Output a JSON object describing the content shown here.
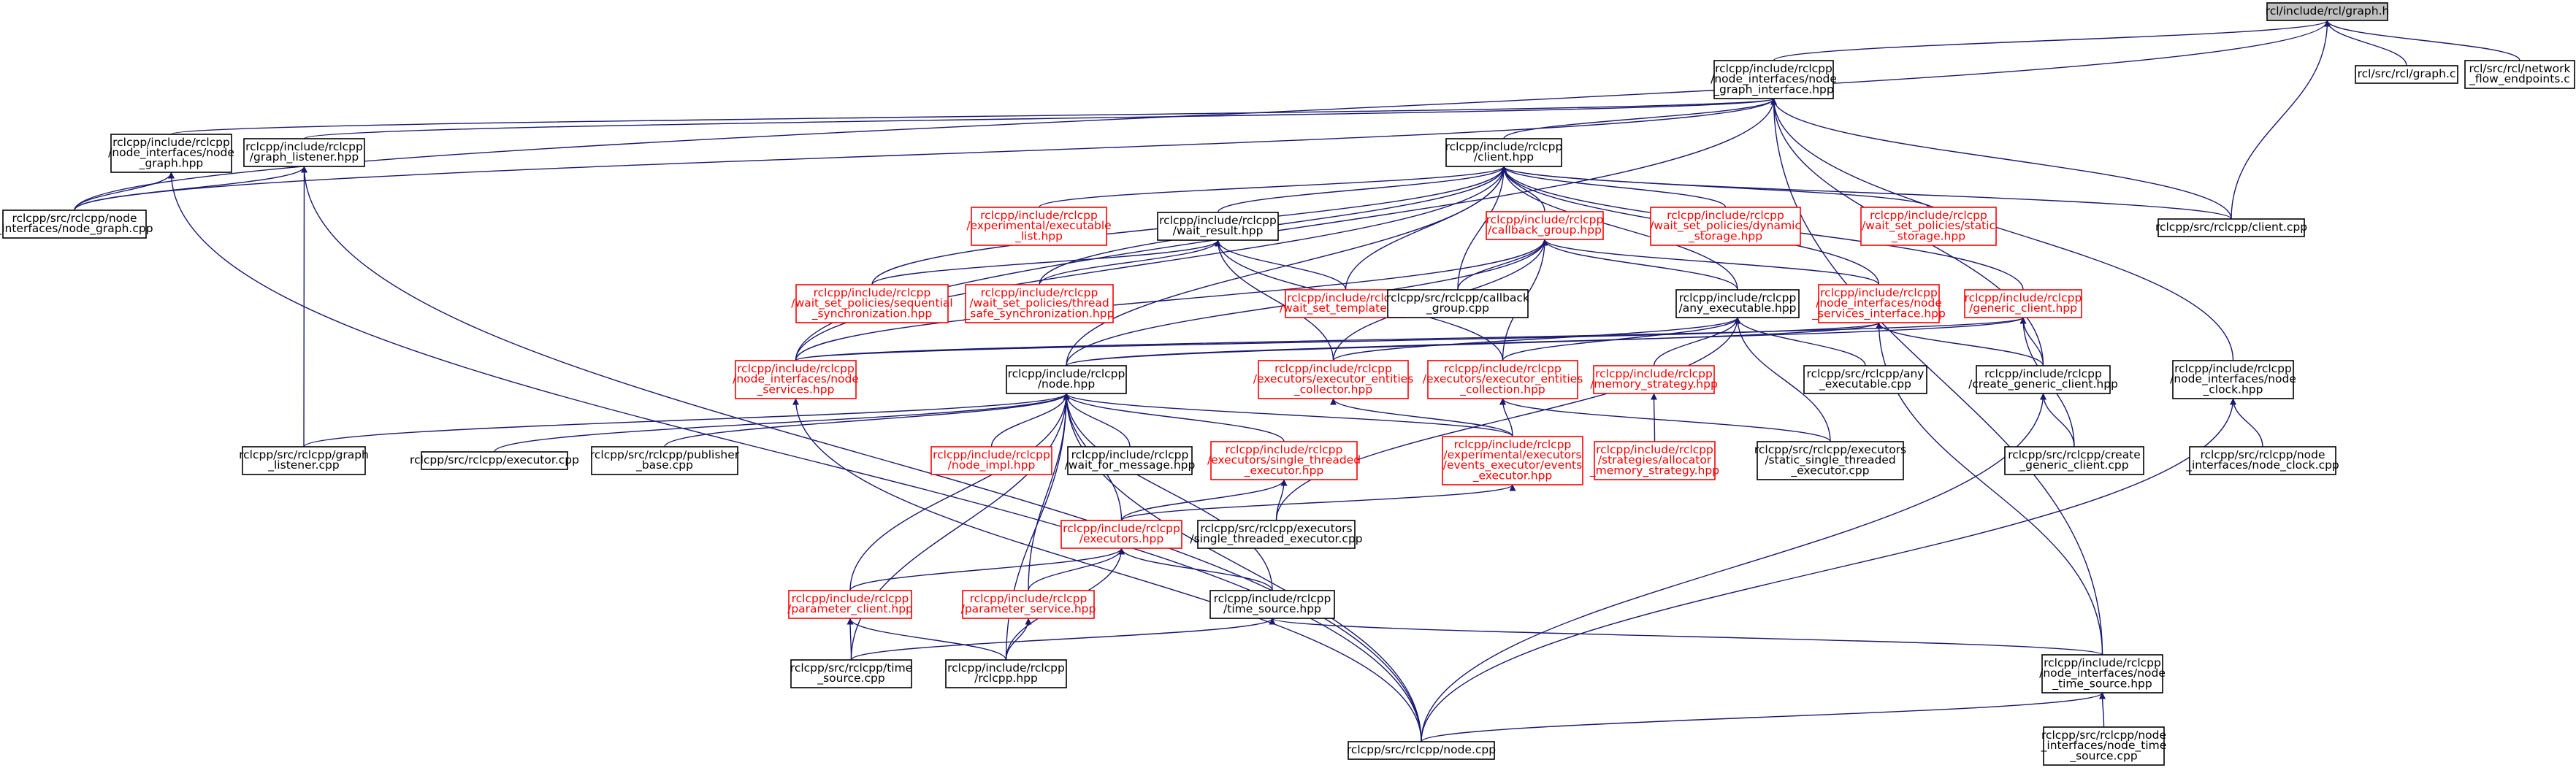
{
  "colors": {
    "edge": "#191970",
    "node_border": "#000000",
    "incomplete_node_border": "#ff0000",
    "root_fill": "#bfbfbf"
  },
  "nodes": [
    {
      "id": "graph_h",
      "lines": [
        "rcl/include/rcl/graph.h"
      ],
      "style": "root"
    },
    {
      "id": "rcl_graph_c",
      "lines": [
        "rcl/src/rcl/graph.c"
      ],
      "style": "black"
    },
    {
      "id": "rcl_network",
      "lines": [
        "rcl/src/rcl/network",
        "_flow_endpoints.c"
      ],
      "style": "black"
    },
    {
      "id": "ni_graph_interface",
      "lines": [
        "rclcpp/include/rclcpp",
        "/node_interfaces/node",
        "_graph_interface.hpp"
      ],
      "style": "black"
    },
    {
      "id": "ni_node_graph_hpp",
      "lines": [
        "rclcpp/include/rclcpp",
        "/node_interfaces/node",
        "_graph.hpp"
      ],
      "style": "black"
    },
    {
      "id": "graph_listener_hpp",
      "lines": [
        "rclcpp/include/rclcpp",
        "/graph_listener.hpp"
      ],
      "style": "black"
    },
    {
      "id": "node_graph_cpp",
      "lines": [
        "rclcpp/src/rclcpp/node",
        "_interfaces/node_graph.cpp"
      ],
      "style": "black"
    },
    {
      "id": "client_hpp",
      "lines": [
        "rclcpp/include/rclcpp",
        "/client.hpp"
      ],
      "style": "black"
    },
    {
      "id": "client_cpp",
      "lines": [
        "rclcpp/src/rclcpp/client.cpp"
      ],
      "style": "black"
    },
    {
      "id": "exp_exec_list",
      "lines": [
        "rclcpp/include/rclcpp",
        "/experimental/executable",
        "_list.hpp"
      ],
      "style": "red"
    },
    {
      "id": "wait_result",
      "lines": [
        "rclcpp/include/rclcpp",
        "/wait_result.hpp"
      ],
      "style": "black"
    },
    {
      "id": "callback_group_hpp",
      "lines": [
        "rclcpp/include/rclcpp",
        "/callback_group.hpp"
      ],
      "style": "red"
    },
    {
      "id": "wsp_dynamic",
      "lines": [
        "rclcpp/include/rclcpp",
        "/wait_set_policies/dynamic",
        "_storage.hpp"
      ],
      "style": "red"
    },
    {
      "id": "wsp_static",
      "lines": [
        "rclcpp/include/rclcpp",
        "/wait_set_policies/static",
        "_storage.hpp"
      ],
      "style": "red"
    },
    {
      "id": "wsp_sequential",
      "lines": [
        "rclcpp/include/rclcpp",
        "/wait_set_policies/sequential",
        "_synchronization.hpp"
      ],
      "style": "red"
    },
    {
      "id": "wsp_thread_safe",
      "lines": [
        "rclcpp/include/rclcpp",
        "/wait_set_policies/thread",
        "_safe_synchronization.hpp"
      ],
      "style": "red"
    },
    {
      "id": "wait_set_template",
      "lines": [
        "rclcpp/include/rclcpp",
        "/wait_set_template.hpp"
      ],
      "style": "red"
    },
    {
      "id": "callback_group_cpp",
      "lines": [
        "rclcpp/src/rclcpp/callback",
        "_group.cpp"
      ],
      "style": "black"
    },
    {
      "id": "any_executable_hpp",
      "lines": [
        "rclcpp/include/rclcpp",
        "/any_executable.hpp"
      ],
      "style": "black"
    },
    {
      "id": "ni_services_interface",
      "lines": [
        "rclcpp/include/rclcpp",
        "/node_interfaces/node",
        "_services_interface.hpp"
      ],
      "style": "red"
    },
    {
      "id": "generic_client_hpp",
      "lines": [
        "rclcpp/include/rclcpp",
        "/generic_client.hpp"
      ],
      "style": "red"
    },
    {
      "id": "ni_node_services",
      "lines": [
        "rclcpp/include/rclcpp",
        "/node_interfaces/node",
        "_services.hpp"
      ],
      "style": "red"
    },
    {
      "id": "node_hpp",
      "lines": [
        "rclcpp/include/rclcpp",
        "/node.hpp"
      ],
      "style": "black"
    },
    {
      "id": "exec_entities_collector",
      "lines": [
        "rclcpp/include/rclcpp",
        "/executors/executor_entities",
        "_collector.hpp"
      ],
      "style": "red"
    },
    {
      "id": "exec_entities_collection",
      "lines": [
        "rclcpp/include/rclcpp",
        "/executors/executor_entities",
        "_collection.hpp"
      ],
      "style": "red"
    },
    {
      "id": "memory_strategy_hpp",
      "lines": [
        "rclcpp/include/rclcpp",
        "/memory_strategy.hpp"
      ],
      "style": "red"
    },
    {
      "id": "any_executable_cpp",
      "lines": [
        "rclcpp/src/rclcpp/any",
        "_executable.cpp"
      ],
      "style": "black"
    },
    {
      "id": "create_generic_client_hpp",
      "lines": [
        "rclcpp/include/rclcpp",
        "/create_generic_client.hpp"
      ],
      "style": "black"
    },
    {
      "id": "ni_node_clock_hpp",
      "lines": [
        "rclcpp/include/rclcpp",
        "/node_interfaces/node",
        "_clock.hpp"
      ],
      "style": "black"
    },
    {
      "id": "graph_listener_cpp",
      "lines": [
        "rclcpp/src/rclcpp/graph",
        "_listener.cpp"
      ],
      "style": "black"
    },
    {
      "id": "executor_cpp",
      "lines": [
        "rclcpp/src/rclcpp/executor.cpp"
      ],
      "style": "black"
    },
    {
      "id": "publisher_base_cpp",
      "lines": [
        "rclcpp/src/rclcpp/publisher",
        "_base.cpp"
      ],
      "style": "black"
    },
    {
      "id": "node_impl_hpp",
      "lines": [
        "rclcpp/include/rclcpp",
        "/node_impl.hpp"
      ],
      "style": "red"
    },
    {
      "id": "wait_for_message_hpp",
      "lines": [
        "rclcpp/include/rclcpp",
        "/wait_for_message.hpp"
      ],
      "style": "black"
    },
    {
      "id": "single_threaded_exec_hpp",
      "lines": [
        "rclcpp/include/rclcpp",
        "/executors/single_threaded",
        "_executor.hpp"
      ],
      "style": "red"
    },
    {
      "id": "exp_events_executor",
      "lines": [
        "rclcpp/include/rclcpp",
        "/experimental/executors",
        "/events_executor/events",
        "_executor.hpp"
      ],
      "style": "red"
    },
    {
      "id": "strategies_allocator",
      "lines": [
        "rclcpp/include/rclcpp",
        "/strategies/allocator",
        "_memory_strategy.hpp"
      ],
      "style": "red"
    },
    {
      "id": "static_single_threaded_cpp",
      "lines": [
        "rclcpp/src/rclcpp/executors",
        "/static_single_threaded",
        "_executor.cpp"
      ],
      "style": "black"
    },
    {
      "id": "create_generic_client_cpp",
      "lines": [
        "rclcpp/src/rclcpp/create",
        "_generic_client.cpp"
      ],
      "style": "black"
    },
    {
      "id": "ni_node_clock_cpp",
      "lines": [
        "rclcpp/src/rclcpp/node",
        "_interfaces/node_clock.cpp"
      ],
      "style": "black"
    },
    {
      "id": "executors_hpp",
      "lines": [
        "rclcpp/include/rclcpp",
        "/executors.hpp"
      ],
      "style": "red"
    },
    {
      "id": "single_threaded_exec_cpp",
      "lines": [
        "rclcpp/src/rclcpp/executors",
        "/single_threaded_executor.cpp"
      ],
      "style": "black"
    },
    {
      "id": "parameter_client_hpp",
      "lines": [
        "rclcpp/include/rclcpp",
        "/parameter_client.hpp"
      ],
      "style": "red"
    },
    {
      "id": "parameter_service_hpp",
      "lines": [
        "rclcpp/include/rclcpp",
        "/parameter_service.hpp"
      ],
      "style": "red"
    },
    {
      "id": "time_source_hpp",
      "lines": [
        "rclcpp/include/rclcpp",
        "/time_source.hpp"
      ],
      "style": "black"
    },
    {
      "id": "time_source_cpp",
      "lines": [
        "rclcpp/src/rclcpp/time",
        "_source.cpp"
      ],
      "style": "black"
    },
    {
      "id": "rclcpp_hpp",
      "lines": [
        "rclcpp/include/rclcpp",
        "/rclcpp.hpp"
      ],
      "style": "black"
    },
    {
      "id": "ni_node_time_source_hpp",
      "lines": [
        "rclcpp/include/rclcpp",
        "/node_interfaces/node",
        "_time_source.hpp"
      ],
      "style": "black"
    },
    {
      "id": "node_cpp",
      "lines": [
        "rclcpp/src/rclcpp/node.cpp"
      ],
      "style": "black"
    },
    {
      "id": "ni_node_time_source_cpp",
      "lines": [
        "rclcpp/src/rclcpp/node",
        "_interfaces/node_time",
        "_source.cpp"
      ],
      "style": "black"
    }
  ],
  "edges": [
    [
      "rcl_graph_c",
      "graph_h"
    ],
    [
      "rcl_network",
      "graph_h"
    ],
    [
      "ni_graph_interface",
      "graph_h"
    ],
    [
      "client_cpp",
      "graph_h"
    ],
    [
      "node_graph_cpp",
      "graph_h"
    ],
    [
      "ni_node_graph_hpp",
      "ni_graph_interface"
    ],
    [
      "graph_listener_hpp",
      "ni_graph_interface"
    ],
    [
      "client_hpp",
      "ni_graph_interface"
    ],
    [
      "node_graph_cpp",
      "ni_graph_interface"
    ],
    [
      "ni_node_services",
      "ni_graph_interface"
    ],
    [
      "create_generic_client_hpp",
      "ni_graph_interface"
    ],
    [
      "client_cpp",
      "ni_graph_interface"
    ],
    [
      "ni_node_time_source_hpp",
      "ni_graph_interface"
    ],
    [
      "ni_node_clock_hpp",
      "ni_graph_interface"
    ],
    [
      "node_graph_cpp",
      "ni_node_graph_hpp"
    ],
    [
      "node_cpp",
      "ni_node_graph_hpp"
    ],
    [
      "node_graph_cpp",
      "graph_listener_hpp"
    ],
    [
      "graph_listener_cpp",
      "graph_listener_hpp"
    ],
    [
      "node_cpp",
      "graph_listener_hpp"
    ],
    [
      "exp_exec_list",
      "client_hpp"
    ],
    [
      "wait_result",
      "client_hpp"
    ],
    [
      "callback_group_hpp",
      "client_hpp"
    ],
    [
      "wsp_dynamic",
      "client_hpp"
    ],
    [
      "wsp_static",
      "client_hpp"
    ],
    [
      "client_cpp",
      "client_hpp"
    ],
    [
      "wsp_sequential",
      "client_hpp"
    ],
    [
      "wsp_thread_safe",
      "client_hpp"
    ],
    [
      "wait_set_template",
      "client_hpp"
    ],
    [
      "callback_group_cpp",
      "client_hpp"
    ],
    [
      "any_executable_hpp",
      "client_hpp"
    ],
    [
      "ni_services_interface",
      "client_hpp"
    ],
    [
      "generic_client_hpp",
      "client_hpp"
    ],
    [
      "node_hpp",
      "client_hpp"
    ],
    [
      "ni_node_services",
      "client_hpp"
    ],
    [
      "wsp_sequential",
      "wait_result"
    ],
    [
      "wsp_thread_safe",
      "wait_result"
    ],
    [
      "wait_set_template",
      "wait_result"
    ],
    [
      "exec_entities_collector",
      "wait_result"
    ],
    [
      "exec_entities_collection",
      "wait_result"
    ],
    [
      "callback_group_cpp",
      "callback_group_hpp"
    ],
    [
      "any_executable_hpp",
      "callback_group_hpp"
    ],
    [
      "ni_services_interface",
      "callback_group_hpp"
    ],
    [
      "ni_node_services",
      "callback_group_hpp"
    ],
    [
      "node_hpp",
      "callback_group_hpp"
    ],
    [
      "exec_entities_collector",
      "callback_group_hpp"
    ],
    [
      "exec_entities_collection",
      "callback_group_hpp"
    ],
    [
      "memory_strategy_hpp",
      "any_executable_hpp"
    ],
    [
      "any_executable_cpp",
      "any_executable_hpp"
    ],
    [
      "exec_entities_collector",
      "any_executable_hpp"
    ],
    [
      "exec_entities_collection",
      "any_executable_hpp"
    ],
    [
      "static_single_threaded_cpp",
      "any_executable_hpp"
    ],
    [
      "single_threaded_exec_cpp",
      "any_executable_hpp"
    ],
    [
      "ni_node_services",
      "ni_services_interface"
    ],
    [
      "node_hpp",
      "ni_services_interface"
    ],
    [
      "create_generic_client_hpp",
      "ni_services_interface"
    ],
    [
      "ni_node_time_source_hpp",
      "ni_services_interface"
    ],
    [
      "create_generic_client_hpp",
      "generic_client_hpp"
    ],
    [
      "create_generic_client_cpp",
      "generic_client_hpp"
    ],
    [
      "ni_node_services",
      "generic_client_hpp"
    ],
    [
      "node_hpp",
      "generic_client_hpp"
    ],
    [
      "node_cpp",
      "ni_node_services"
    ],
    [
      "graph_listener_cpp",
      "node_hpp"
    ],
    [
      "executor_cpp",
      "node_hpp"
    ],
    [
      "publisher_base_cpp",
      "node_hpp"
    ],
    [
      "node_impl_hpp",
      "node_hpp"
    ],
    [
      "wait_for_message_hpp",
      "node_hpp"
    ],
    [
      "single_threaded_exec_hpp",
      "node_hpp"
    ],
    [
      "exp_events_executor",
      "node_hpp"
    ],
    [
      "executors_hpp",
      "node_hpp"
    ],
    [
      "parameter_client_hpp",
      "node_hpp"
    ],
    [
      "parameter_service_hpp",
      "node_hpp"
    ],
    [
      "time_source_hpp",
      "node_hpp"
    ],
    [
      "time_source_cpp",
      "node_hpp"
    ],
    [
      "rclcpp_hpp",
      "node_hpp"
    ],
    [
      "node_cpp",
      "node_hpp"
    ],
    [
      "exp_events_executor",
      "exec_entities_collector"
    ],
    [
      "static_single_threaded_cpp",
      "exec_entities_collection"
    ],
    [
      "exp_events_executor",
      "exec_entities_collection"
    ],
    [
      "strategies_allocator",
      "memory_strategy_hpp"
    ],
    [
      "create_generic_client_cpp",
      "create_generic_client_hpp"
    ],
    [
      "node_cpp",
      "create_generic_client_hpp"
    ],
    [
      "ni_node_clock_cpp",
      "ni_node_clock_hpp"
    ],
    [
      "node_cpp",
      "ni_node_clock_hpp"
    ],
    [
      "executors_hpp",
      "single_threaded_exec_hpp"
    ],
    [
      "single_threaded_exec_cpp",
      "single_threaded_exec_hpp"
    ],
    [
      "executors_hpp",
      "exp_events_executor"
    ],
    [
      "parameter_client_hpp",
      "executors_hpp"
    ],
    [
      "parameter_service_hpp",
      "executors_hpp"
    ],
    [
      "time_source_hpp",
      "executors_hpp"
    ],
    [
      "rclcpp_hpp",
      "executors_hpp"
    ],
    [
      "time_source_cpp",
      "parameter_client_hpp"
    ],
    [
      "rclcpp_hpp",
      "parameter_client_hpp"
    ],
    [
      "rclcpp_hpp",
      "parameter_service_hpp"
    ],
    [
      "time_source_cpp",
      "time_source_hpp"
    ],
    [
      "ni_node_time_source_hpp",
      "time_source_hpp"
    ],
    [
      "node_cpp",
      "ni_node_time_source_hpp"
    ],
    [
      "ni_node_time_source_cpp",
      "ni_node_time_source_hpp"
    ]
  ]
}
